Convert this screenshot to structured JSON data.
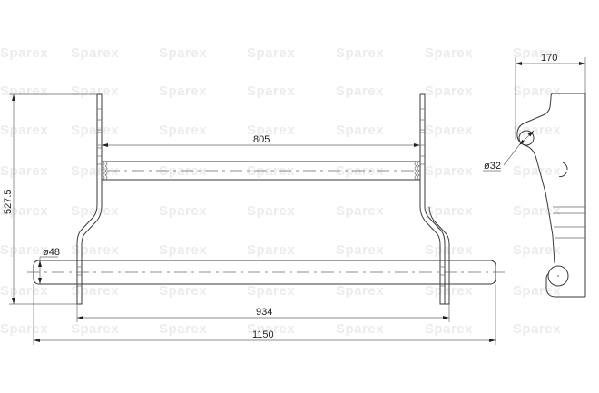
{
  "watermark": {
    "text": "Sparex",
    "color": "#ececec",
    "rows_y": [
      63,
      105,
      148,
      193,
      237,
      280,
      325,
      367
    ],
    "cols_x": [
      0,
      78,
      175,
      272,
      370,
      468,
      565
    ]
  },
  "front_view": {
    "dimensions": {
      "overall_height": "527.5",
      "inner_tube_length": "805",
      "plate_spacing": "934",
      "overall_width": "1150",
      "pipe_diameter": "ø48"
    }
  },
  "side_view": {
    "dimensions": {
      "depth": "170",
      "hole_diameter": "ø32"
    }
  },
  "colors": {
    "line": "#3a3a3a",
    "dimension": "#6a6a6a",
    "background": "#ffffff"
  }
}
